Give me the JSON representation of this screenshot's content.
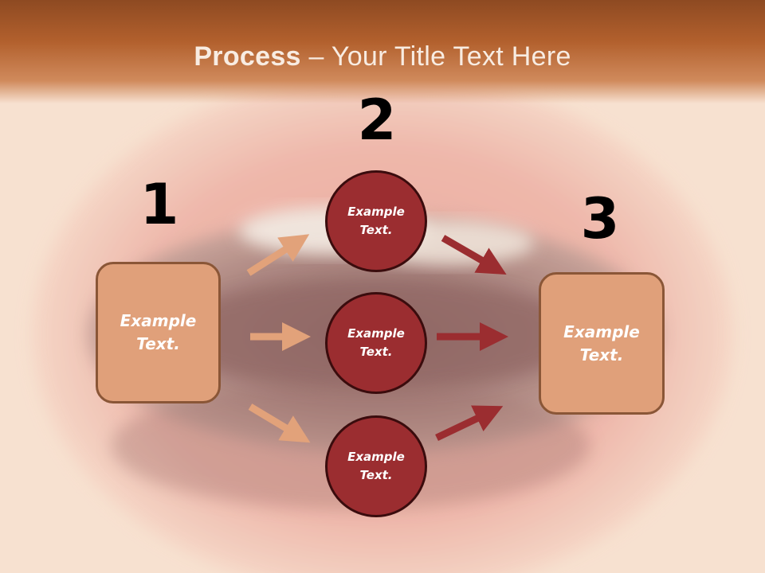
{
  "slide": {
    "title_bold": "Process",
    "title_rest": " – Your Title Text Here"
  },
  "steps": [
    {
      "number": "1",
      "label": "Example Text."
    },
    {
      "number": "2",
      "label": ""
    },
    {
      "number": "3",
      "label": "Example Text."
    }
  ],
  "circles": [
    {
      "label": "Example Text."
    },
    {
      "label": "Example Text."
    },
    {
      "label": "Example Text."
    }
  ],
  "colors": {
    "title_bar": "#b2602d",
    "box_fill": "#e0a07a",
    "box_border": "#8a5637",
    "circle_fill": "#9b2d30",
    "circle_border": "#3a0c0d",
    "arrow_light": "#e2a27a",
    "arrow_dark": "#9b2d30",
    "background": "#f7e1d0"
  }
}
